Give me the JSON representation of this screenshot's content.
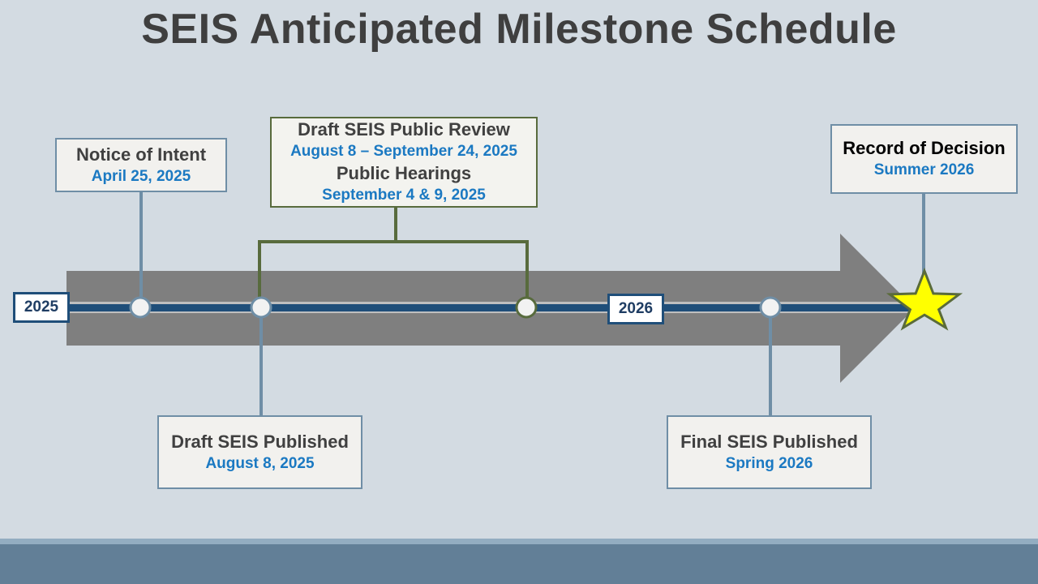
{
  "title": "SEIS Anticipated Milestone Schedule",
  "years": [
    {
      "label": "2025"
    },
    {
      "label": "2026"
    }
  ],
  "milestones": [
    {
      "heading": "Notice of Intent",
      "date": "April 25, 2025",
      "position": "above"
    },
    {
      "heading": "Draft SEIS Published",
      "date": "August 8, 2025",
      "position": "below"
    },
    {
      "heading": "Draft SEIS Public Review",
      "date": "August 8 – September 24, 2025",
      "heading2": "Public Hearings",
      "date2": "September 4 & 9, 2025",
      "position": "above"
    },
    {
      "heading": "Final SEIS Published",
      "date": "Spring 2026",
      "position": "below"
    },
    {
      "heading": "Record of Decision",
      "date": "Summer 2026",
      "position": "above"
    }
  ],
  "colors": {
    "background": "#d3dbe2",
    "arrow": "#7f7f7f",
    "track": "#1f4e79",
    "connector": "#6f8ea6",
    "review_bracket": "#586b3d",
    "date_text": "#1b79c2",
    "star": "#ffff00",
    "footer": "#627f97"
  },
  "icons": {
    "end_marker": "star-icon",
    "milestone_marker": "circle-marker"
  }
}
